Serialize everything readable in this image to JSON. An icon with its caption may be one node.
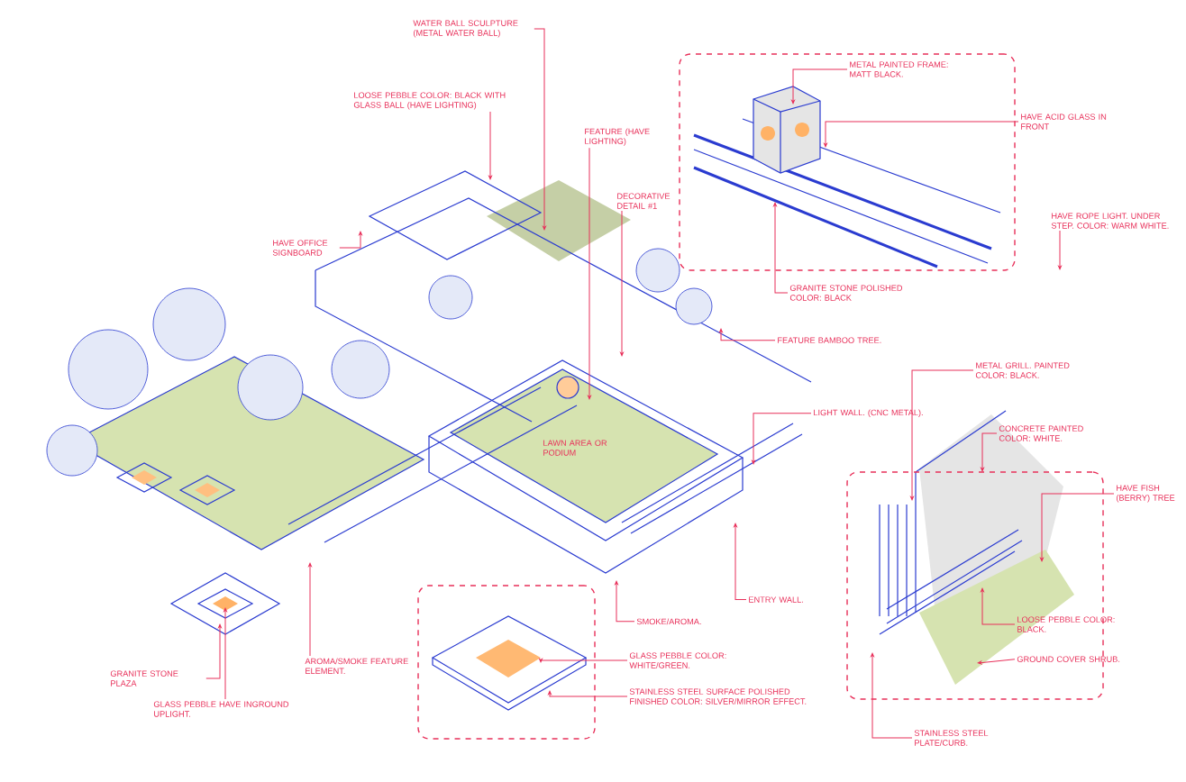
{
  "diagram": {
    "nodes": [
      {
        "text": [
          "WATER BALL SCULPTURE (METAL WATER BALL)"
        ]
      },
      {
        "text": [
          "LOOSE PEBBLE COLOR: BLACK WITH GLASS BALL (HAVE LIGHTING)"
        ]
      },
      {
        "text": [
          "HAVE OFFICE SIGNBOARD"
        ]
      },
      {
        "text": [
          "FEATURE (HAVE LIGHTING)"
        ]
      },
      {
        "text": [
          "DECORATIVE DETAIL #1"
        ]
      },
      {
        "text": [
          "METAL PAINTED FRAME: MATT BLACK."
        ],
        "in": 24
      },
      {
        "text": [
          "HAVE ACID GLASS IN FRONT"
        ]
      },
      {
        "text": [
          "HAVE ROPE LIGHT. UNDER STEP. COLOR: WARM WHITE."
        ]
      },
      {
        "text": [
          "GRANITE STONE POLISHED COLOR: BLACK"
        ]
      },
      {
        "text": [
          "FEATURE BAMBOO TREE."
        ]
      },
      {
        "text": [
          "LIGHT WALL. (CNC METAL)."
        ]
      },
      {
        "text": [
          "ENTRY WALL."
        ]
      },
      {
        "text": [
          "SMOKE/AROMA."
        ]
      },
      {
        "text": [
          "GLASS PEBBLE COLOR: WHITE/GREEN."
        ]
      },
      {
        "text": [
          "STAINLESS STEEL SURFACE POLISHED FINISHED COLOR: SILVER/MIRROR EFFECT."
        ]
      },
      {
        "text": [
          "AROMA/SMOKE FEATURE ELEMENT."
        ]
      },
      {
        "text": [
          "GRANITE STONE PLAZA"
        ]
      },
      {
        "text": [
          "GLASS PEBBLE HAVE INGROUND UPLIGHT."
        ]
      },
      {
        "text": [
          "METAL GRILL. PAINTED COLOR: BLACK."
        ]
      },
      {
        "text": [
          "CONCRETE PAINTED COLOR: WHITE."
        ]
      },
      {
        "text": [
          "HAVE FISH (BERRY) TREE"
        ]
      },
      {
        "text": [
          "LOOSE PEBBLE COLOR: BLACK."
        ],
        "in": 26
      },
      {
        "text": [
          "GROUND COVER SHRUB."
        ],
        "in": 26
      },
      {
        "text": [
          "STAINLESS STEEL PLATE/CURB."
        ]
      },
      {
        "text": [],
        "shape": "box"
      },
      {
        "text": [],
        "shape": "box"
      },
      {
        "text": [],
        "shape": "box"
      }
    ],
    "edges": [
      {
        "from": 0,
        "to": null,
        "arrow": "to"
      },
      {
        "from": 1,
        "to": null,
        "arrow": "to"
      },
      {
        "from": 2,
        "to": null,
        "arrow": "to"
      },
      {
        "from": 3,
        "to": null,
        "arrow": "to"
      },
      {
        "from": 4,
        "to": null,
        "arrow": "to"
      },
      {
        "from": 5,
        "to": 24,
        "arrow": "to"
      },
      {
        "from": 6,
        "to": 24,
        "arrow": "to"
      },
      {
        "from": 7,
        "to": null,
        "arrow": "to"
      },
      {
        "from": 8,
        "to": 24,
        "arrow": "to"
      },
      {
        "from": 9,
        "to": null,
        "arrow": "to"
      },
      {
        "from": 10,
        "to": null,
        "arrow": "to"
      },
      {
        "from": 11,
        "to": null,
        "arrow": "to"
      },
      {
        "from": 12,
        "to": null,
        "arrow": "to"
      },
      {
        "from": 13,
        "to": 25,
        "arrow": "to"
      },
      {
        "from": 14,
        "to": 25,
        "arrow": "to"
      },
      {
        "from": 15,
        "to": null,
        "arrow": "to"
      },
      {
        "from": 16,
        "to": null,
        "arrow": "to"
      },
      {
        "from": 17,
        "to": null,
        "arrow": "to"
      },
      {
        "from": 18,
        "to": 26,
        "arrow": "to"
      },
      {
        "from": 19,
        "to": 26,
        "arrow": "to"
      },
      {
        "from": 20,
        "to": 26,
        "arrow": "to"
      },
      {
        "from": 21,
        "to": 26,
        "arrow": "to"
      },
      {
        "from": 22,
        "to": 26,
        "arrow": "to"
      },
      {
        "from": 23,
        "to": 26,
        "arrow": "to"
      }
    ],
    "labels": [
      "LAWN AREA OR PODIUM"
    ]
  }
}
